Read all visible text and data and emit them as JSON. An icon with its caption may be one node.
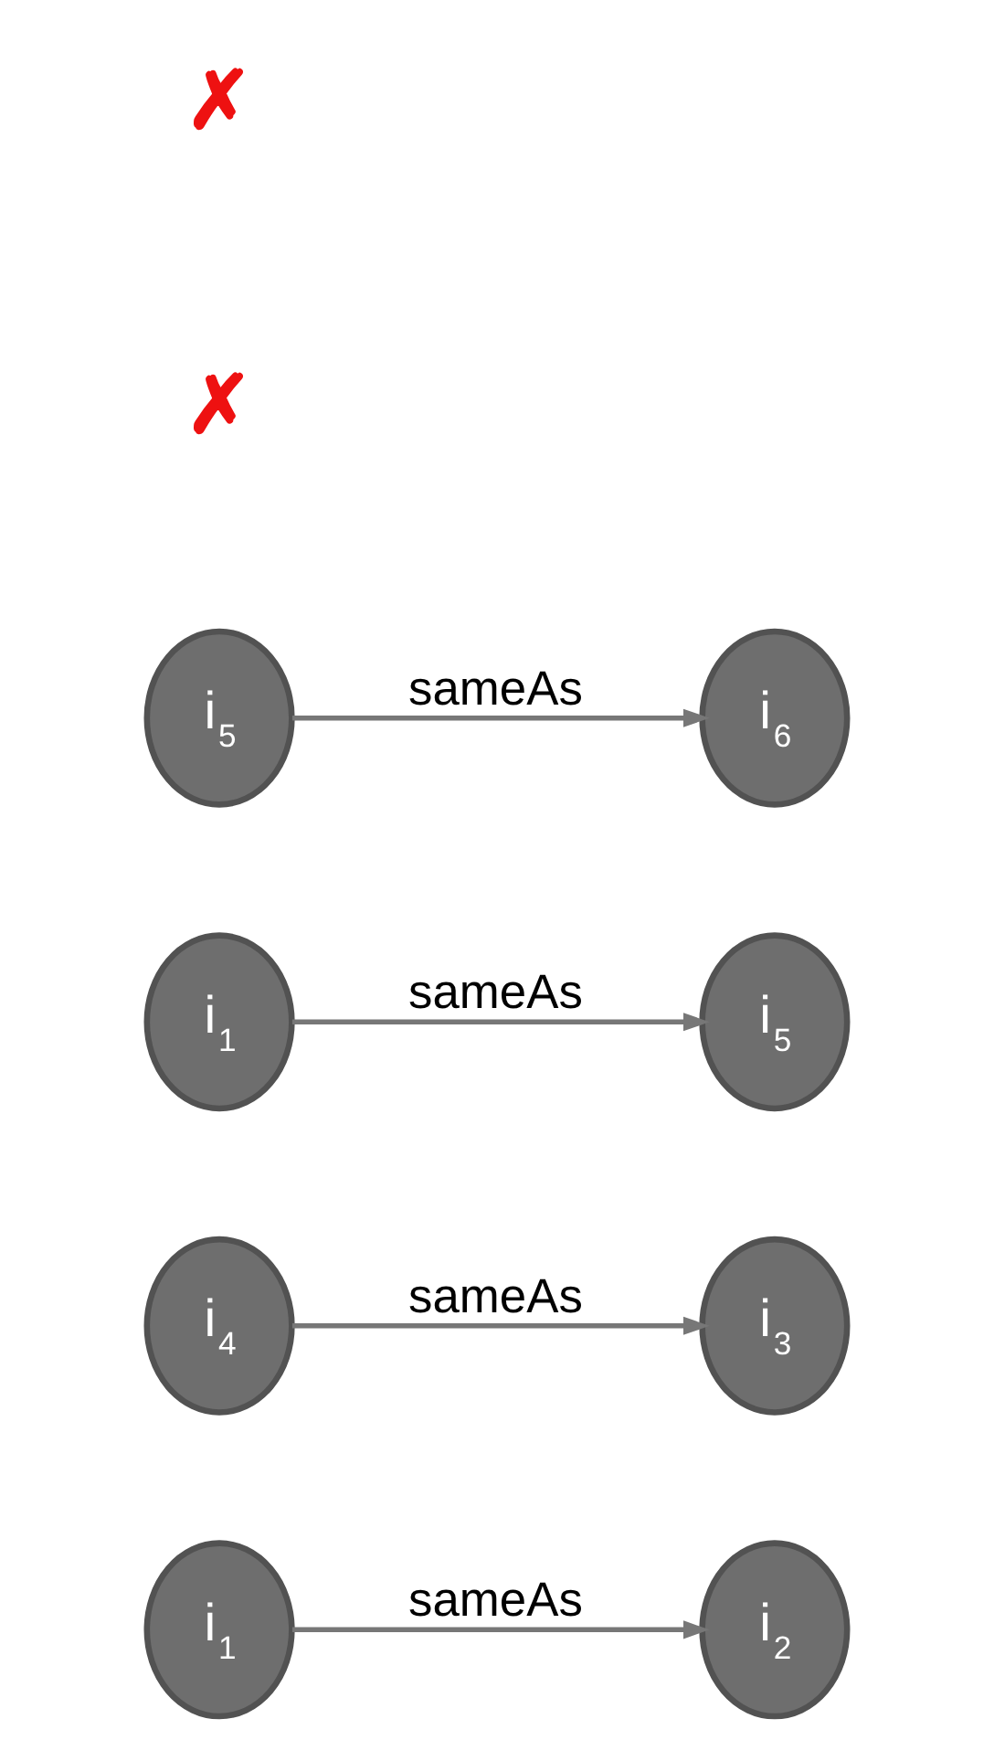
{
  "diagram": {
    "nodes": [
      {
        "text": [
          "i$_{1}$"
        ]
      },
      {
        "text": [
          "i$_{2}$"
        ]
      },
      {
        "text": [
          "i$_{4}$"
        ]
      },
      {
        "text": [
          "i$_{3}$"
        ]
      },
      {
        "text": [
          "i$_{1}$"
        ]
      },
      {
        "text": [
          "i$_{5}$"
        ]
      },
      {
        "text": [
          "i$_{5}$"
        ]
      },
      {
        "text": [
          "i$_{6}$"
        ]
      }
    ],
    "edges": [
      {
        "from": 0,
        "to": 1,
        "arrow": "to",
        "label": "sameAs"
      },
      {
        "from": 2,
        "to": 3,
        "arrow": "to",
        "label": "sameAs"
      },
      {
        "from": 4,
        "to": 5,
        "arrow": "to",
        "label": "sameAs"
      },
      {
        "from": 6,
        "to": 7,
        "arrow": "to",
        "label": "sameAs"
      }
    ],
    "labels": [
      "✗",
      "✗"
    ]
  }
}
